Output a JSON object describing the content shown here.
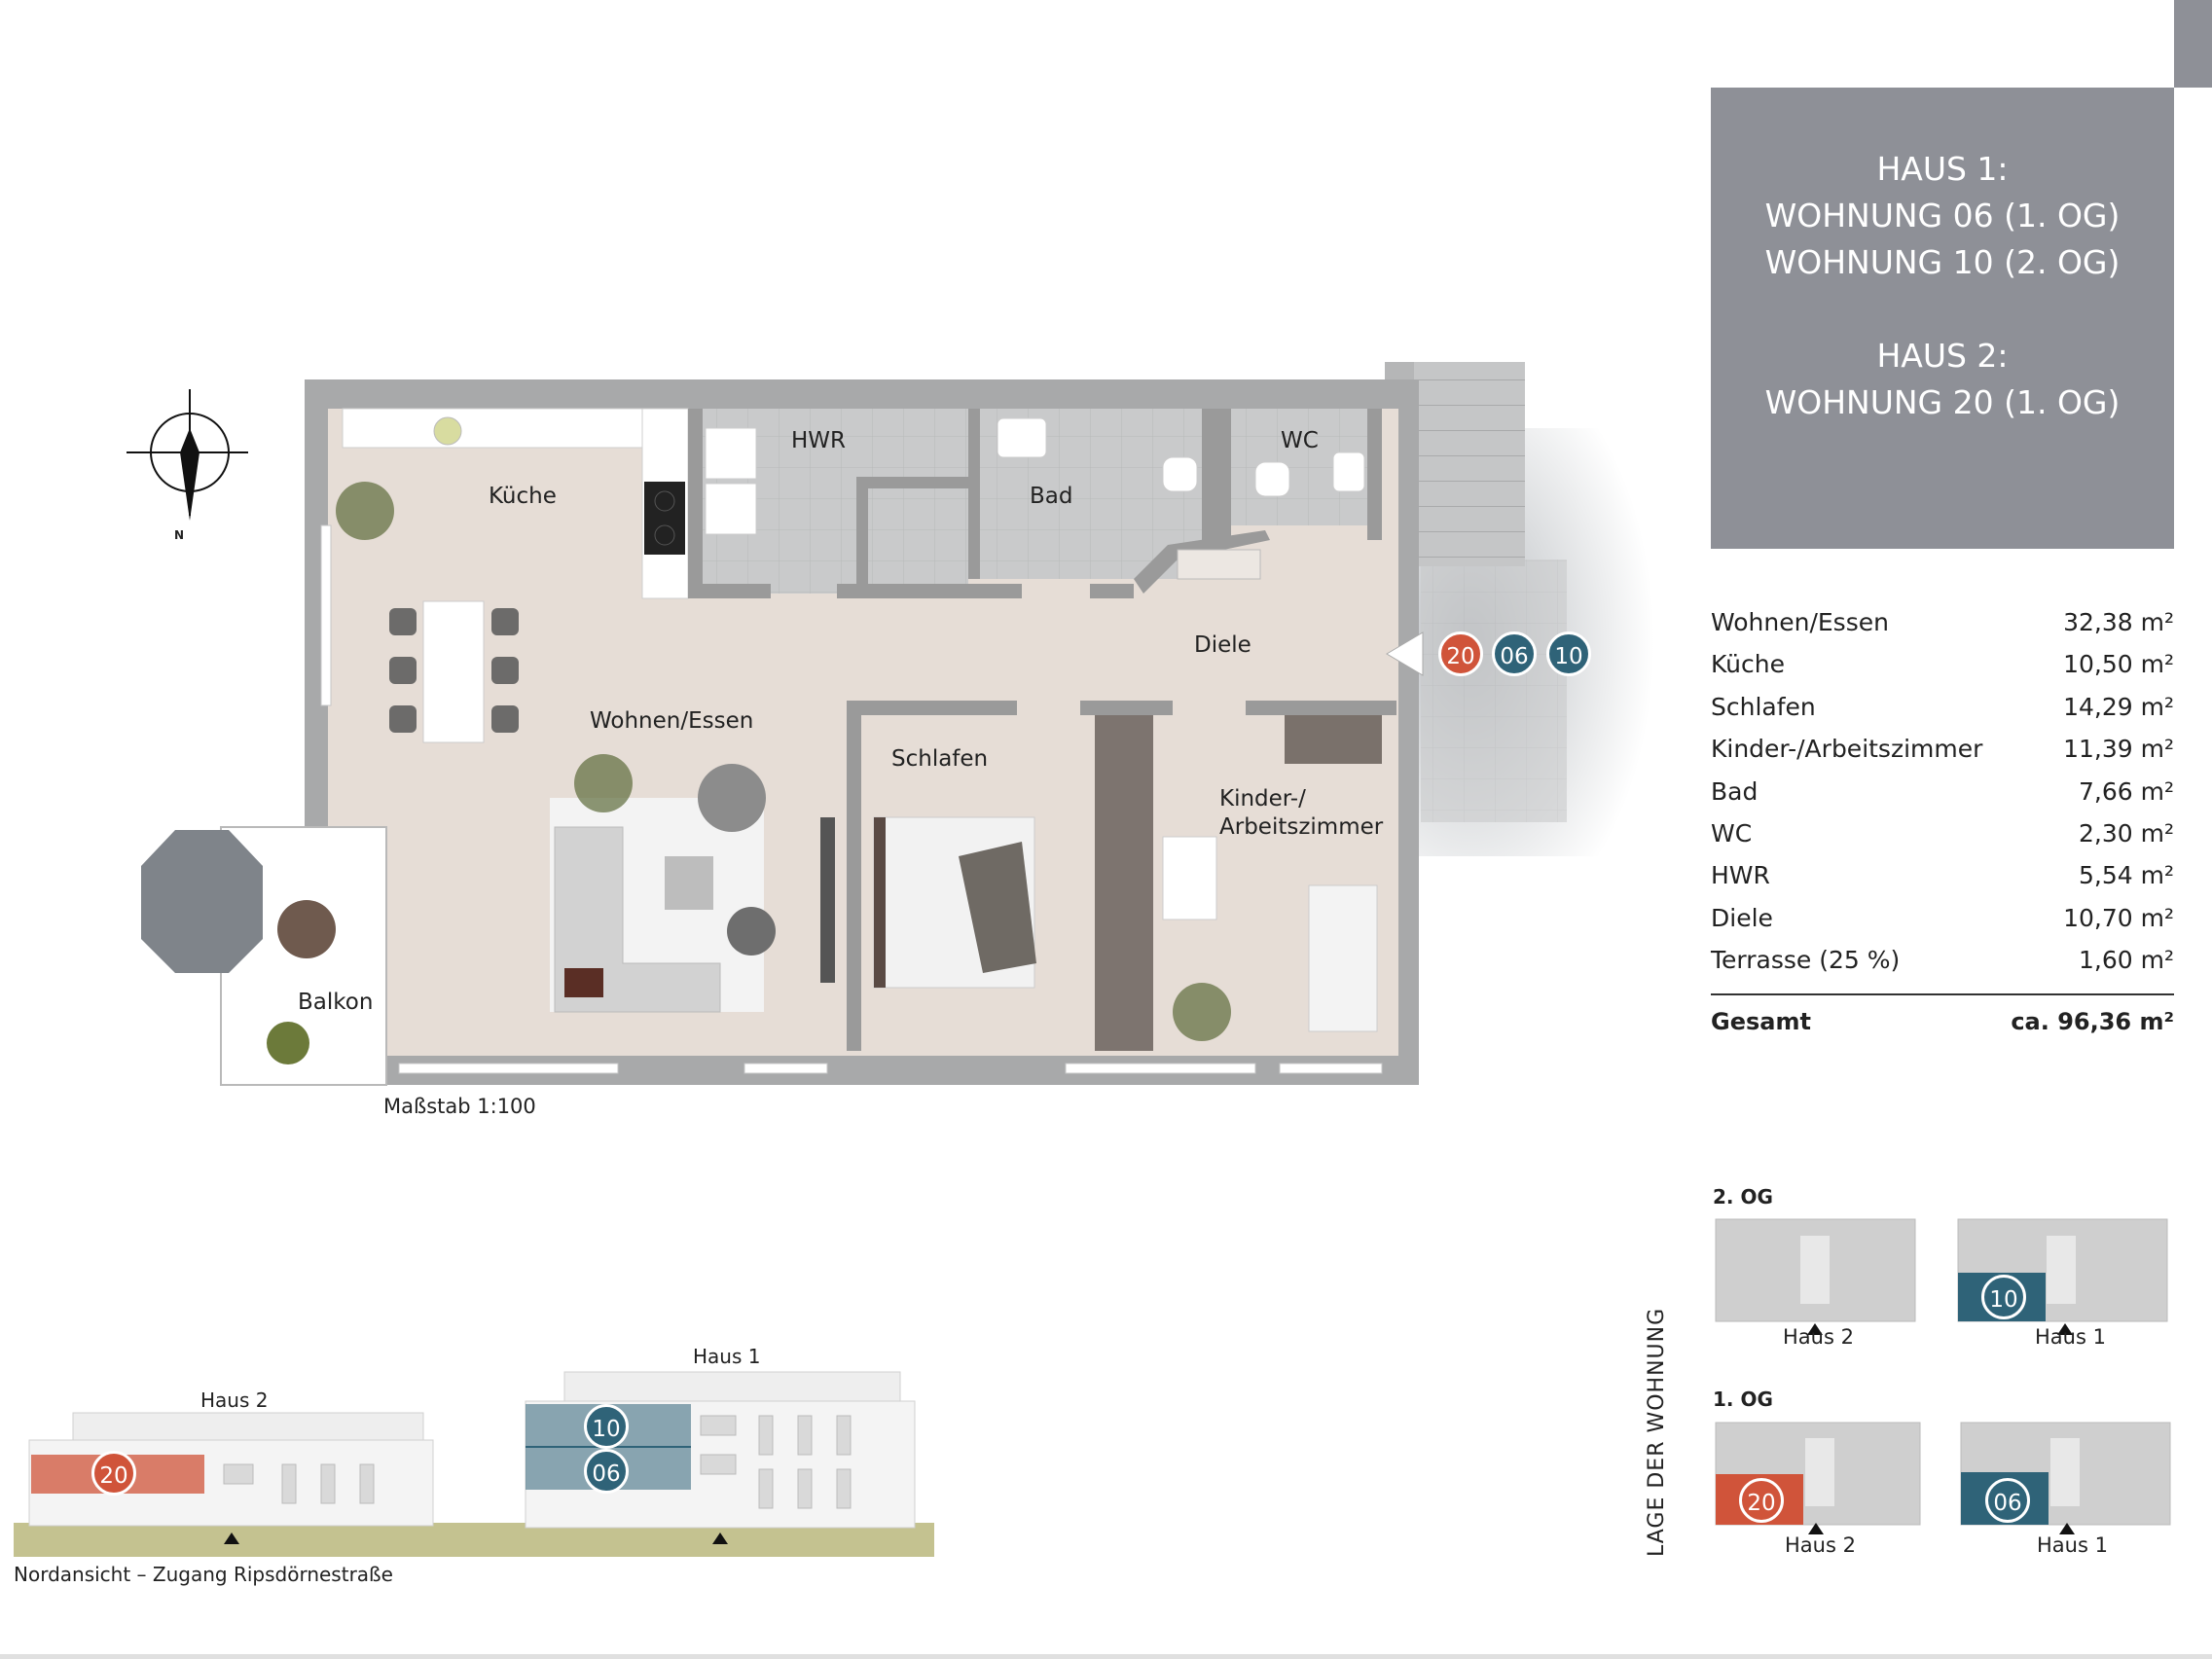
{
  "header": {
    "lines_haus1": [
      "HAUS 1:",
      "WOHNUNG 06 (1. OG)",
      "WOHNUNG 10 (2. OG)"
    ],
    "lines_haus2": [
      "HAUS 2:",
      "WOHNUNG 20 (1. OG)"
    ]
  },
  "areas": [
    {
      "name": "Wohnen/Essen",
      "value": "32,38 m²"
    },
    {
      "name": "Küche",
      "value": "10,50 m²"
    },
    {
      "name": "Schlafen",
      "value": "14,29 m²"
    },
    {
      "name": "Kinder-/Arbeitszimmer",
      "value": "11,39 m²"
    },
    {
      "name": "Bad",
      "value": "7,66 m²"
    },
    {
      "name": "WC",
      "value": "2,30 m²"
    },
    {
      "name": "HWR",
      "value": "5,54 m²"
    },
    {
      "name": "Diele",
      "value": "10,70 m²"
    },
    {
      "name": "Terrasse (25 %)",
      "value": "1,60 m²"
    }
  ],
  "total": {
    "label": "Gesamt",
    "value": "ca. 96,36 m²"
  },
  "floorplan": {
    "rooms": {
      "kueche": "Küche",
      "hwr": "HWR",
      "bad": "Bad",
      "wc": "WC",
      "diele": "Diele",
      "wohnen": "Wohnen/Essen",
      "schlafen": "Schlafen",
      "kinder1": "Kinder-/",
      "kinder2": "Arbeitszimmer",
      "balkon": "Balkon"
    },
    "scale": "Maßstab 1:100",
    "north": "N",
    "badges": [
      "20",
      "06",
      "10"
    ]
  },
  "elevation": {
    "haus2": "Haus 2",
    "haus1": "Haus 1",
    "caption": "Nordansicht – Zugang Ripsdörnestraße",
    "badge20": "20",
    "badge10": "10",
    "badge06": "06"
  },
  "location": {
    "title": "LAGE DER WOHNUNG",
    "floor2": "2. OG",
    "floor1": "1. OG",
    "haus2": "Haus 2",
    "haus1": "Haus 1",
    "badge10": "10",
    "badge20": "20",
    "badge06": "06"
  },
  "colors": {
    "header_bg": "#8e9097",
    "accent_red": "#d0543a",
    "accent_blue": "#2f6378",
    "floor_beige": "#e6ddd6",
    "wall_gray": "#9a9a9a"
  }
}
